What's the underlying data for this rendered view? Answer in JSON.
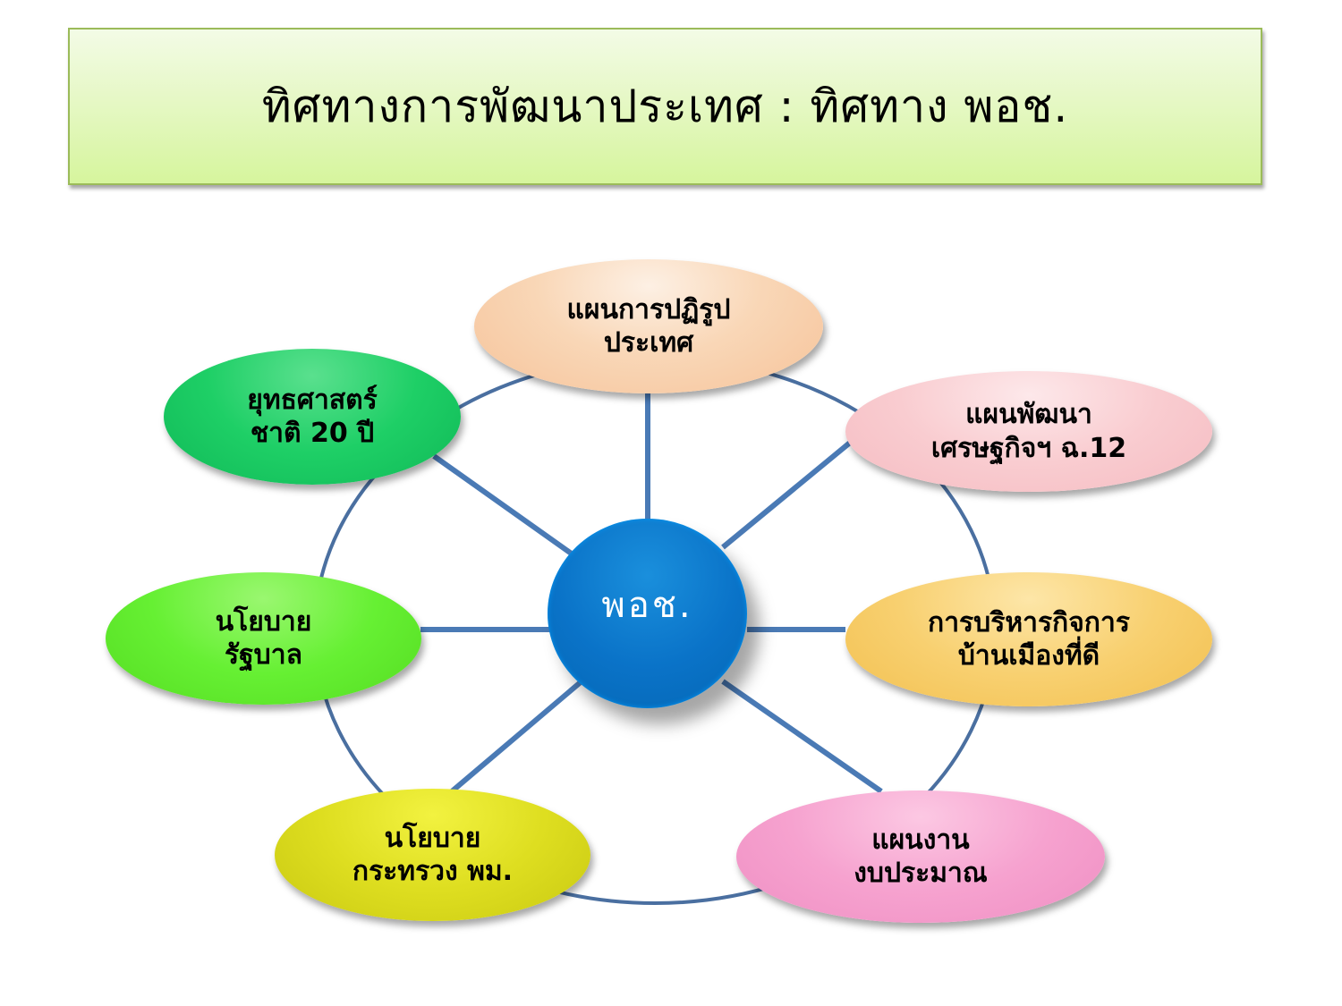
{
  "title": "ทิศทางการพัฒนาประเทศ : ทิศทาง พอช.",
  "center": {
    "label": "พอช.",
    "color": "#0a73c8"
  },
  "nodes": [
    {
      "id": "reform",
      "line1": "แผนการปฏิรูป",
      "line2": "ประเทศ",
      "color": "#f8c9a0"
    },
    {
      "id": "strategy",
      "line1": "ยุทธศาสตร์",
      "line2": "ชาติ 20 ปี",
      "color": "#1ecf66"
    },
    {
      "id": "econ-plan",
      "line1": "แผนพัฒนา",
      "line2": "เศรษฐกิจฯ ฉ.12",
      "color": "#f8c6cb"
    },
    {
      "id": "gov-policy",
      "line1": "นโยบาย",
      "line2": "รัฐบาล",
      "color": "#66f033"
    },
    {
      "id": "good-governance",
      "line1": "การบริหารกิจการ",
      "line2": "บ้านเมืองที่ดี",
      "color": "#f8cf66"
    },
    {
      "id": "ministry-policy",
      "line1": "นโยบาย",
      "line2": "กระทรวง พม.",
      "color": "#d8d820"
    },
    {
      "id": "budget-plan",
      "line1": "แผนงาน",
      "line2": "งบประมาณ",
      "color": "#f59ccc"
    }
  ],
  "connector_color": "#4a74a8"
}
